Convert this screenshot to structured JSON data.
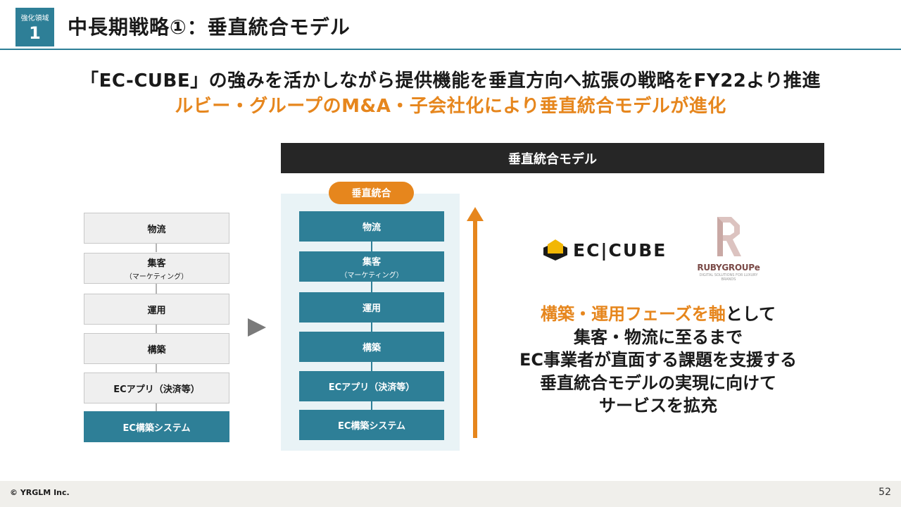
{
  "header": {
    "badge_small": "強化領域",
    "badge_number": "1",
    "title": "中長期戦略①：垂直統合モデル"
  },
  "headline": {
    "line1": "「EC-CUBE」の強みを活かしながら提供機能を垂直方向へ拡張の戦略をFY22より推進",
    "line2": "ルビー・グループのM&A・子会社化により垂直統合モデルが進化"
  },
  "left_stack": [
    {
      "label": "物流",
      "sub": ""
    },
    {
      "label": "集客",
      "sub": "（マーケティング）"
    },
    {
      "label": "運用",
      "sub": ""
    },
    {
      "label": "構築",
      "sub": ""
    },
    {
      "label": "ECアプリ（決済等）",
      "sub": ""
    },
    {
      "label": "EC構築システム",
      "sub": ""
    }
  ],
  "model": {
    "header": "垂直統合モデル",
    "pill": "垂直統合",
    "stack": [
      {
        "label": "物流",
        "sub": ""
      },
      {
        "label": "集客",
        "sub": "（マーケティング）"
      },
      {
        "label": "運用",
        "sub": ""
      },
      {
        "label": "構築",
        "sub": ""
      },
      {
        "label": "ECアプリ（決済等）",
        "sub": ""
      },
      {
        "label": "EC構築システム",
        "sub": ""
      }
    ]
  },
  "logos": {
    "eccube": "EC|CUBE",
    "ruby": "RUBYGROUPe",
    "ruby_tag": "DIGITAL SOLUTIONS FOR LUXURY BRANDS"
  },
  "message": {
    "line1_orange": "構築・運用フェーズを軸",
    "line1_rest": "として",
    "line2": "集客・物流に至るまで",
    "line3": "EC事業者が直面する課題を支援する",
    "line4": "垂直統合モデルの実現に向けて",
    "line5": "サービスを拡充"
  },
  "footer": {
    "copyright": "© YRGLM Inc.",
    "page": "52"
  },
  "colors": {
    "teal": "#2e7f97",
    "orange": "#e6861d",
    "dark": "#262626"
  }
}
